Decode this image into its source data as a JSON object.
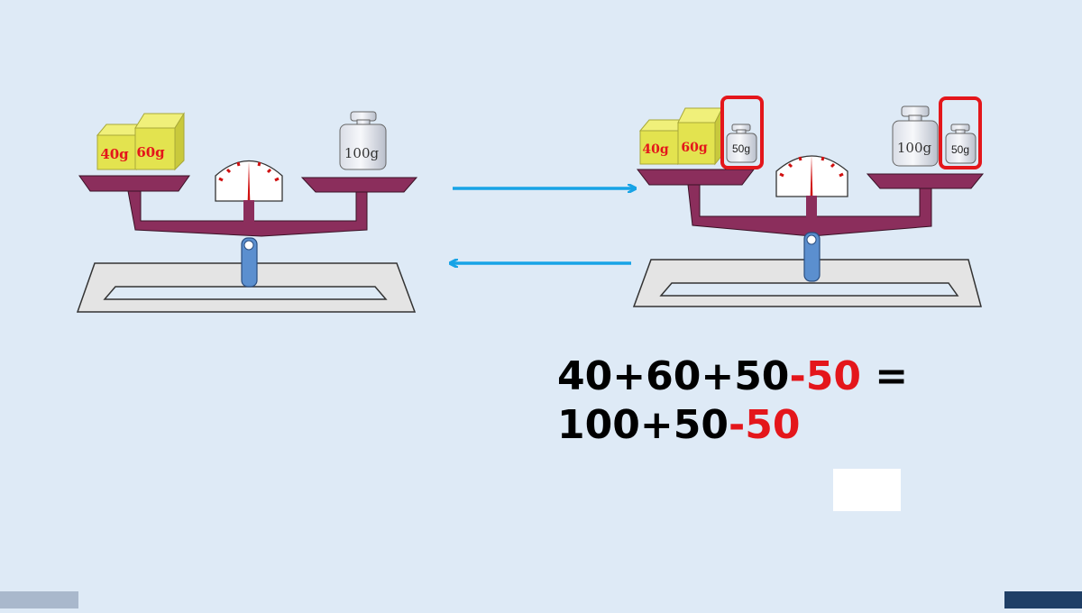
{
  "left_scale": {
    "left_pan": [
      {
        "label": "40g",
        "kind": "block"
      },
      {
        "label": "60g",
        "kind": "block"
      }
    ],
    "right_pan": [
      {
        "label": "100g",
        "kind": "weight"
      }
    ]
  },
  "right_scale": {
    "left_pan": [
      {
        "label": "40g",
        "kind": "block"
      },
      {
        "label": "60g",
        "kind": "block"
      },
      {
        "label": "50g",
        "kind": "weight",
        "highlighted": true
      }
    ],
    "right_pan": [
      {
        "label": "100g",
        "kind": "weight"
      },
      {
        "label": "50g",
        "kind": "weight",
        "highlighted": true
      }
    ]
  },
  "equation": {
    "line1_black": "40+60+50",
    "line1_red": "-50",
    "line1_tail": " =",
    "line2_black": "100+50",
    "line2_red": "-50"
  },
  "colors": {
    "background": "#deeaf6",
    "beam": "#8b2e5c",
    "block": "#e3e34f",
    "block_label": "#e4161b",
    "arrow": "#17a3e6",
    "highlight": "#e4161b",
    "equation_red": "#e4161b",
    "pivot": "#5b8fcf"
  }
}
